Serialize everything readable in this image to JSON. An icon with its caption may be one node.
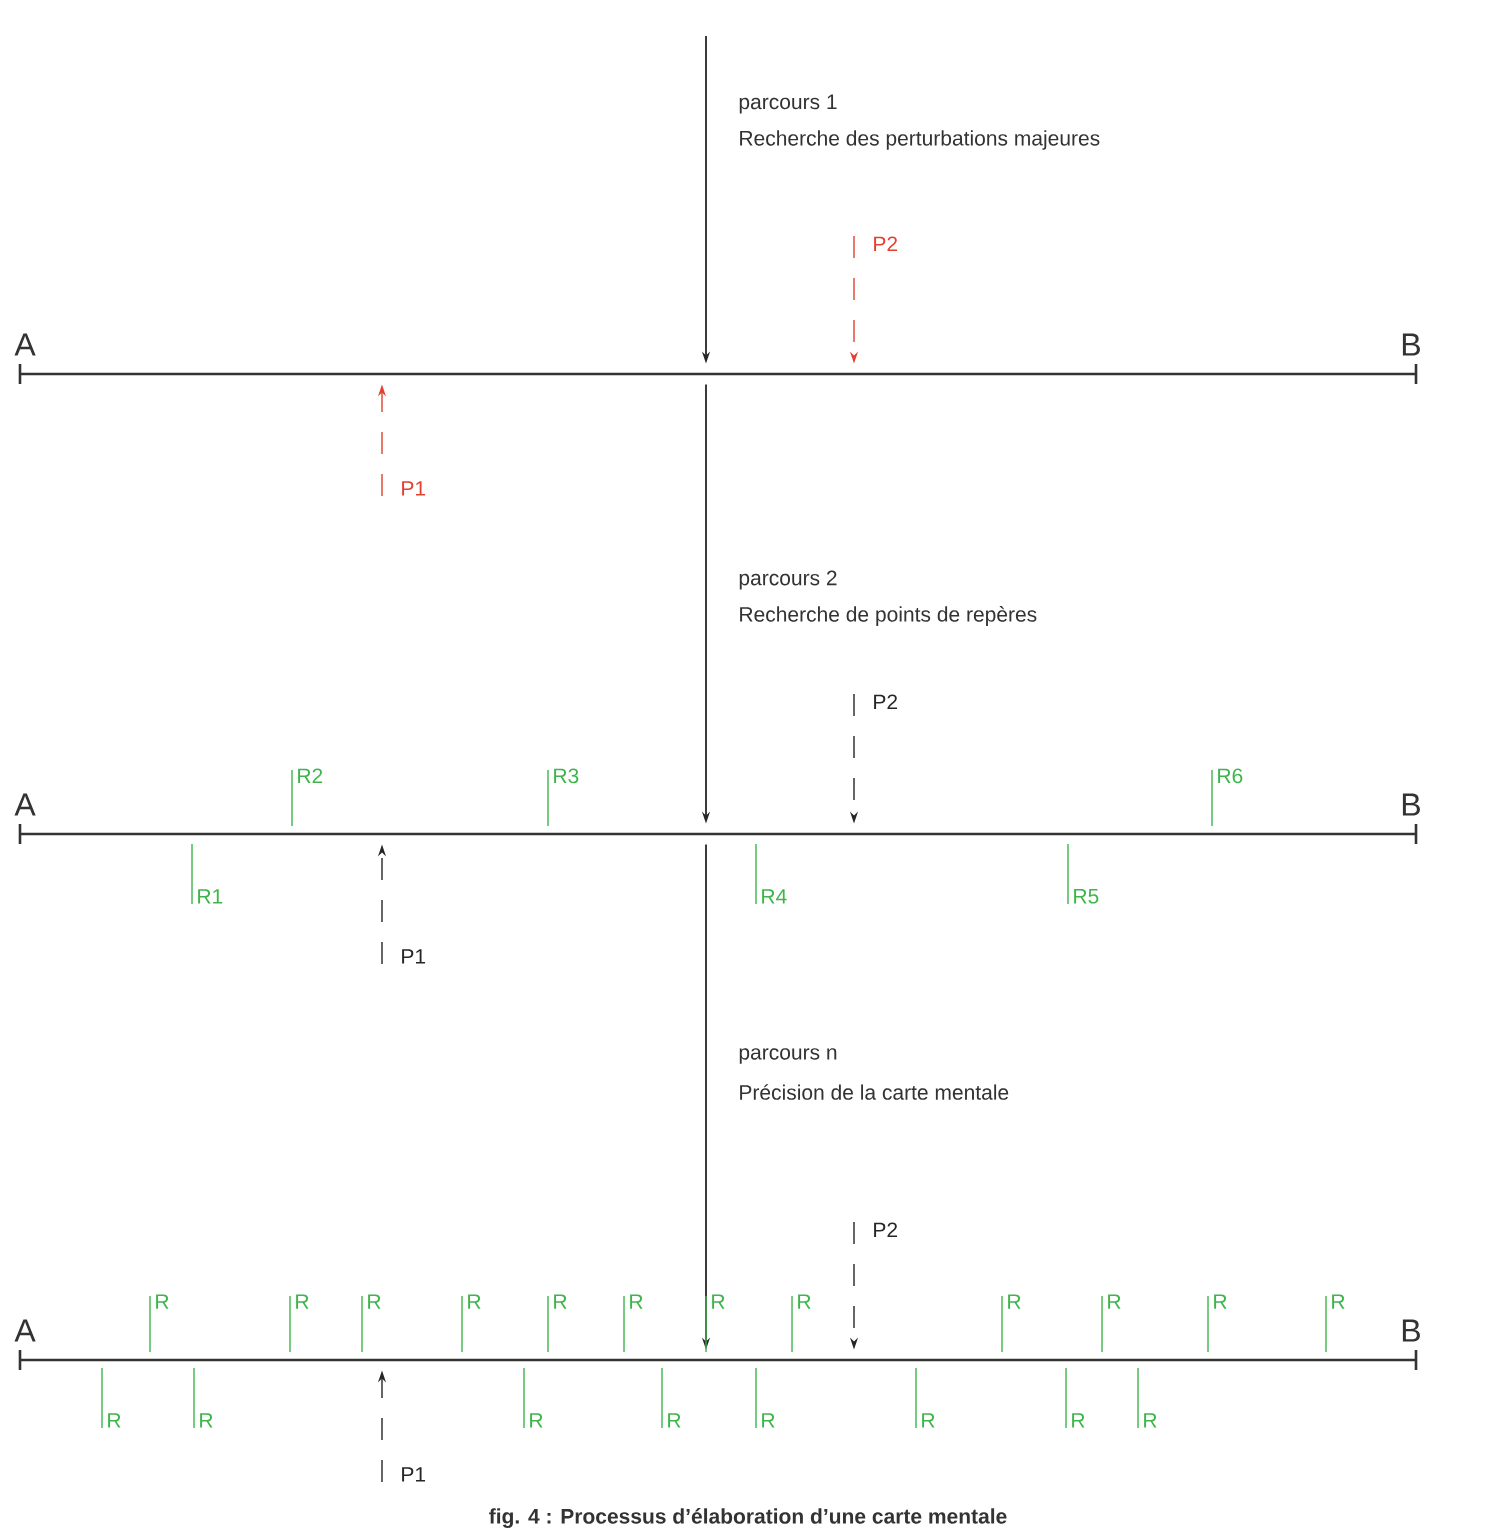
{
  "diagram": {
    "caption": "fig. 4 : Processus d’élaboration d’une carte mentale",
    "nodes": [
      {
        "text": [
          "P2"
        ]
      },
      {
        "text": [
          "A",
          "B"
        ]
      },
      {
        "text": [
          "P1"
        ]
      },
      {
        "text": [
          "P2"
        ]
      },
      {
        "text": [
          "A",
          "B"
        ]
      },
      {
        "text": [
          "P1"
        ]
      },
      {
        "text": [
          "P2"
        ]
      },
      {
        "text": [
          "A",
          "B"
        ]
      },
      {
        "text": [
          "P1"
        ]
      }
    ],
    "edges": [
      {
        "from": null,
        "to": 1,
        "arrow": "to",
        "label": "parcours 1"
      },
      {
        "from": 1,
        "to": 4,
        "arrow": "to",
        "label": "parcours 2"
      },
      {
        "from": 4,
        "to": 7,
        "arrow": "to",
        "label": "parcours n"
      },
      {
        "from": 0,
        "to": 1,
        "arrow": "to",
        "style": "dashed",
        "color": "#e2402f"
      },
      {
        "from": 2,
        "to": 1,
        "arrow": "to",
        "style": "dashed",
        "color": "#e2402f"
      },
      {
        "from": 3,
        "to": 4,
        "arrow": "to",
        "style": "dashed"
      },
      {
        "from": 5,
        "to": 4,
        "arrow": "to",
        "style": "dashed"
      },
      {
        "from": 6,
        "to": 7,
        "arrow": "to",
        "style": "dashed"
      },
      {
        "from": 8,
        "to": 7,
        "arrow": "to",
        "style": "dashed"
      }
    ],
    "labels": [
      "Recherche des perturbations majeures",
      "Recherche de points de repères",
      "R2",
      "R3",
      "R6",
      "R1",
      "R4",
      "R5",
      "Précision de la carte mentale",
      "R",
      "R",
      "R",
      "R",
      "R",
      "R",
      "R",
      "R",
      "R",
      "R",
      "R",
      "R",
      "R",
      "R",
      "R",
      "R",
      "R",
      "R",
      "R",
      "R"
    ]
  }
}
